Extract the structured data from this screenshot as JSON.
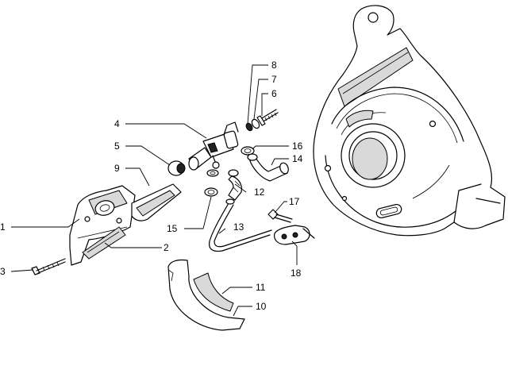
{
  "callouts": [
    {
      "id": "c1",
      "text": "1"
    },
    {
      "id": "c2",
      "text": "2"
    },
    {
      "id": "c3",
      "text": "3"
    },
    {
      "id": "c4",
      "text": "4"
    },
    {
      "id": "c5",
      "text": "5"
    },
    {
      "id": "c6",
      "text": "6"
    },
    {
      "id": "c7",
      "text": "7"
    },
    {
      "id": "c8",
      "text": "8"
    },
    {
      "id": "c9",
      "text": "9"
    },
    {
      "id": "c10",
      "text": "10"
    },
    {
      "id": "c11",
      "text": "11"
    },
    {
      "id": "c12",
      "text": "12"
    },
    {
      "id": "c13",
      "text": "13"
    },
    {
      "id": "c14",
      "text": "14"
    },
    {
      "id": "c15",
      "text": "15"
    },
    {
      "id": "c16",
      "text": "16"
    },
    {
      "id": "c17",
      "text": "17"
    },
    {
      "id": "c18",
      "text": "18"
    }
  ]
}
